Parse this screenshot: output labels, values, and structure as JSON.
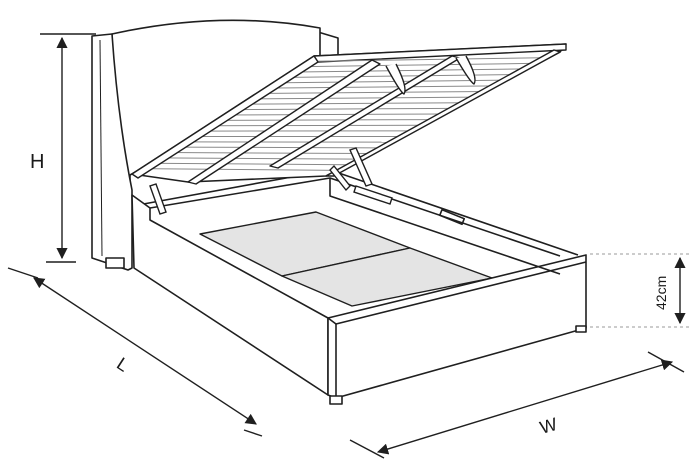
{
  "labels": {
    "height": "H",
    "length": "L",
    "width": "W",
    "base_height": "42cm"
  },
  "colors": {
    "line": "#1f1f1f",
    "base_fill": "#e4e4e4",
    "frame_fill": "#ffffff",
    "slat_line": "#8a8a8a",
    "guide_dash": "#999999"
  }
}
